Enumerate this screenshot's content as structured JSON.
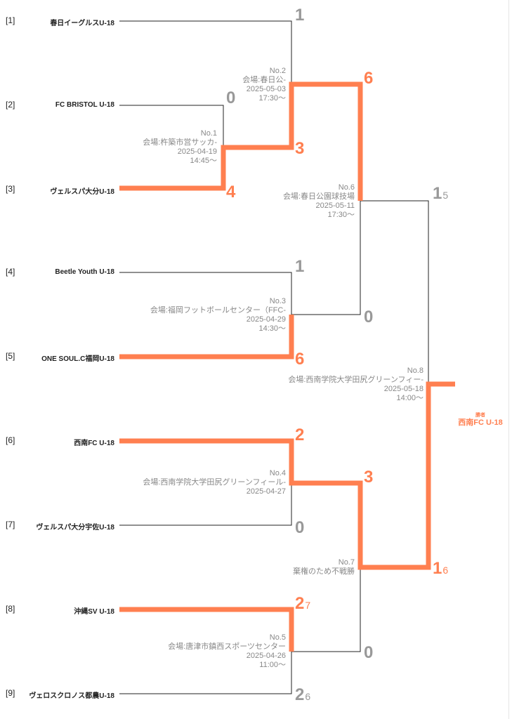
{
  "teams": [
    {
      "seed": "[1]",
      "name": "春日イーグルスU-18"
    },
    {
      "seed": "[2]",
      "name": "FC BRISTOL U-18"
    },
    {
      "seed": "[3]",
      "name": "ヴェルスパ大分U-18"
    },
    {
      "seed": "[4]",
      "name": "Beetle Youth U-18"
    },
    {
      "seed": "[5]",
      "name": "ONE SOUL.C福岡U-18"
    },
    {
      "seed": "[6]",
      "name": "西南FC U-18"
    },
    {
      "seed": "[7]",
      "name": "ヴェルスパ大分宇佐U-18"
    },
    {
      "seed": "[8]",
      "name": "沖縄SV U-18"
    },
    {
      "seed": "[9]",
      "name": "ヴェロスクロノス都農U-18"
    }
  ],
  "matches": [
    {
      "no": "No.1",
      "venue": "会場:杵築市営サッカ-",
      "date": "2025-04-19",
      "time": "14:45～",
      "score_a": "0",
      "score_b": "4"
    },
    {
      "no": "No.2",
      "venue": "会場:春日公-",
      "date": "2025-05-03",
      "time": "17:30～",
      "score_a": "1",
      "score_b": "3"
    },
    {
      "no": "No.3",
      "venue": "会場:福岡フットボールセンター（FFC-",
      "date": "2025-04-29",
      "time": "14:30～",
      "score_a": "1",
      "score_b": "6"
    },
    {
      "no": "No.4",
      "venue": "会場:西南学院大学田尻グリーンフィール-",
      "date": "2025-04-27",
      "score_a": "2",
      "score_b": "0"
    },
    {
      "no": "No.5",
      "venue": "会場:唐津市鎮西スポーツセンター",
      "date": "2025-04-26",
      "time": "11:00～",
      "score_a": "2",
      "pk_a": "7",
      "score_b": "2",
      "pk_b": "6"
    },
    {
      "no": "No.6",
      "venue": "会場:春日公園球技場",
      "date": "2025-05-11",
      "time": "17:30～",
      "score_a": "6",
      "score_b": "0"
    },
    {
      "no": "No.7",
      "venue": "棄権のため不戦勝",
      "score_a": "3",
      "score_b": "0"
    },
    {
      "no": "No.8",
      "venue": "会場:西南学院大学田尻グリーンフィー-",
      "date": "2025-05-18",
      "time": "14:00～",
      "score_a": "1",
      "pk_a": "5",
      "score_b": "1",
      "pk_b": "6"
    }
  ],
  "champion": {
    "label": "勝者",
    "name": "西南FC U-18"
  },
  "colors": {
    "win": "#ff7f50",
    "lose": "#999999",
    "line": "#222222"
  }
}
